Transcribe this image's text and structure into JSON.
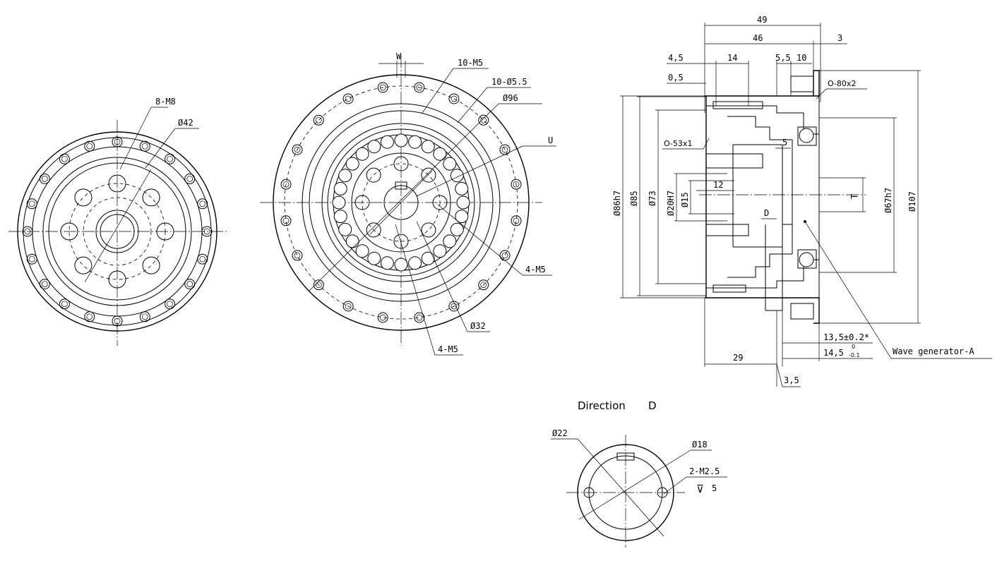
{
  "views": {
    "left": {
      "label_8m8": "8-M8",
      "label_d42": "Ø42"
    },
    "middle": {
      "label_w": "W",
      "label_10m5": "10-M5",
      "label_10d55": "10-Ø5.5",
      "label_d96": "Ø96",
      "label_u": "U",
      "label_4m5_right": "4-M5",
      "label_d32": "Ø32",
      "label_4m5_bottom": "4-M5"
    },
    "section": {
      "dim_49": "49",
      "dim_46": "46",
      "dim_3": "3",
      "dim_45": "4,5",
      "dim_14": "14",
      "dim_55": "5,5",
      "dim_10": "10",
      "dim_05": "0,5",
      "oring_80": "O-80x2",
      "oring_53": "O-53x1",
      "dim_5": "5",
      "dim_12": "12",
      "label_t": "T",
      "label_d": "D",
      "dia_86h7": "Ø86h7",
      "dia_85": "Ø85",
      "dia_73": "Ø73",
      "dia_20h7": "Ø20H7",
      "dia_15": "Ø15",
      "dia_67h7": "Ø67h7",
      "dia_107": "Ø107",
      "dim_135": "13,5±0.2*",
      "dim_145": "14,5",
      "tol_upper": "0",
      "tol_lower": "-0.1",
      "dim_29": "29",
      "dim_35": "3,5",
      "wave_generator": "Wave generator-A"
    },
    "direction": {
      "title": "Direction",
      "arrow_letter": "D",
      "dia_22": "Ø22",
      "dia_18": "Ø18",
      "label_2m25": "2-M2.5",
      "depth_symbol": "⊽",
      "depth_value": "5"
    }
  }
}
